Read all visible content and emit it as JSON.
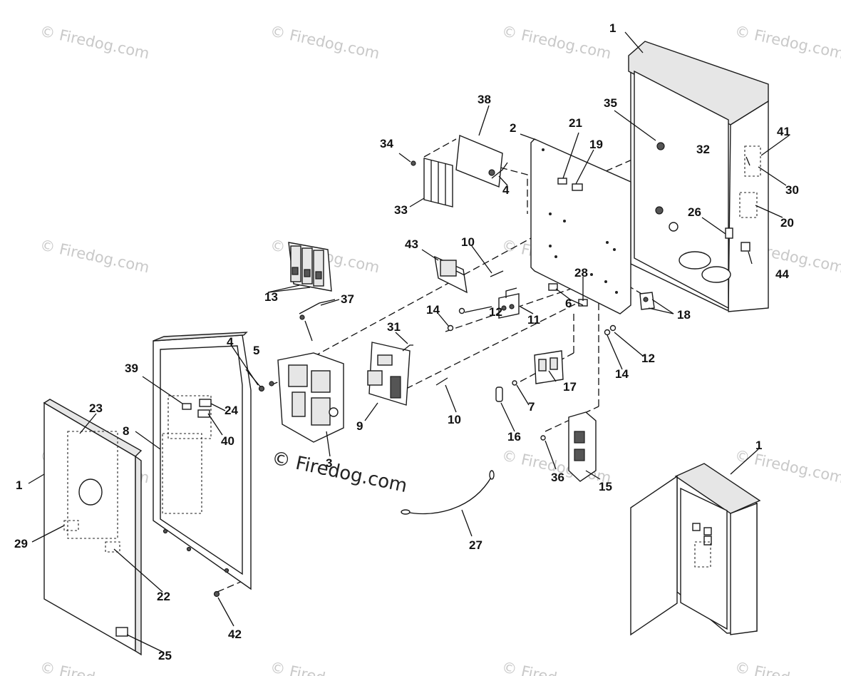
{
  "brand_watermark": "© Firedog.com",
  "callouts": {
    "n1": "1",
    "n2": "2",
    "n3": "3",
    "n4": "4",
    "n5": "5",
    "n6": "6",
    "n7": "7",
    "n8": "8",
    "n9": "9",
    "n10": "10",
    "n11": "11",
    "n12": "12",
    "n13": "13",
    "n14": "14",
    "n15": "15",
    "n16": "16",
    "n17": "17",
    "n18": "18",
    "n19": "19",
    "n20": "20",
    "n21": "21",
    "n22": "22",
    "n23": "23",
    "n24": "24",
    "n25": "25",
    "n26": "26",
    "n27": "27",
    "n28": "28",
    "n29": "29",
    "n30": "30",
    "n31": "31",
    "n32": "32",
    "n33": "33",
    "n34": "34",
    "n35": "35",
    "n36": "36",
    "n37": "37",
    "n38": "38",
    "n39": "39",
    "n40": "40",
    "n41": "41",
    "n42": "42",
    "n43": "43",
    "n44": "44"
  }
}
